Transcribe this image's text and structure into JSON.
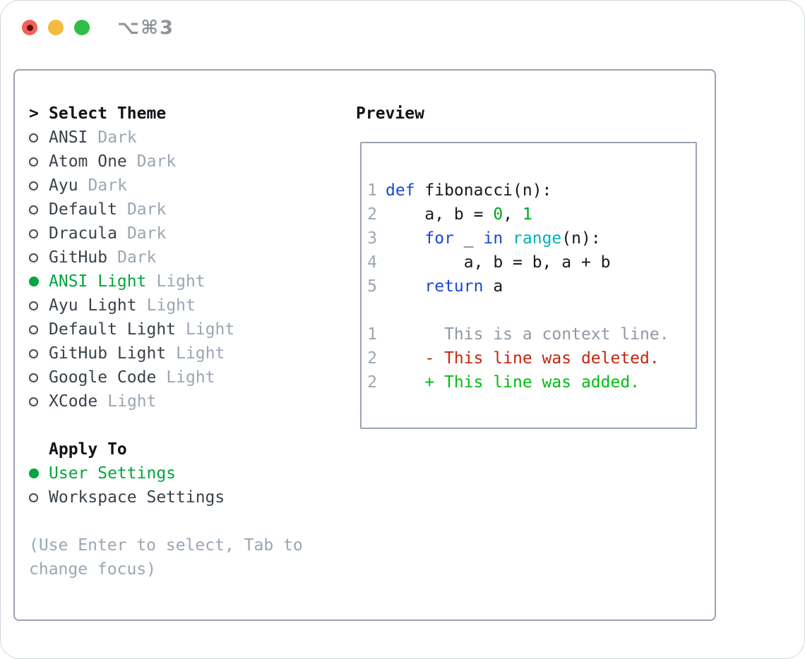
{
  "window": {
    "title": "⌥⌘3"
  },
  "panel": {
    "select_theme": {
      "prompt": ">",
      "header": "Select Theme",
      "items": [
        {
          "name": "ANSI",
          "variant": "Dark",
          "selected": false
        },
        {
          "name": "Atom One",
          "variant": "Dark",
          "selected": false
        },
        {
          "name": "Ayu",
          "variant": "Dark",
          "selected": false
        },
        {
          "name": "Default",
          "variant": "Dark",
          "selected": false
        },
        {
          "name": "Dracula",
          "variant": "Dark",
          "selected": false
        },
        {
          "name": "GitHub",
          "variant": "Dark",
          "selected": false
        },
        {
          "name": "ANSI Light",
          "variant": "Light",
          "selected": true
        },
        {
          "name": "Ayu Light",
          "variant": "Light",
          "selected": false
        },
        {
          "name": "Default Light",
          "variant": "Light",
          "selected": false
        },
        {
          "name": "GitHub Light",
          "variant": "Light",
          "selected": false
        },
        {
          "name": "Google Code",
          "variant": "Light",
          "selected": false
        },
        {
          "name": "XCode",
          "variant": "Light",
          "selected": false
        }
      ]
    },
    "apply_to": {
      "header": "Apply To",
      "options": [
        {
          "label": "User Settings",
          "selected": true
        },
        {
          "label": "Workspace Settings",
          "selected": false
        }
      ]
    },
    "help_text": "(Use Enter to select, Tab to change focus)"
  },
  "preview": {
    "header": "Preview",
    "lines": [
      {
        "num": "1",
        "tokens": [
          [
            "kw",
            "def"
          ],
          [
            "plain",
            " fibonacci(n):"
          ]
        ]
      },
      {
        "num": "2",
        "tokens": [
          [
            "plain",
            "    a, b = "
          ],
          [
            "lit",
            "0"
          ],
          [
            "plain",
            ", "
          ],
          [
            "lit",
            "1"
          ]
        ]
      },
      {
        "num": "3",
        "tokens": [
          [
            "plain",
            "    "
          ],
          [
            "kw",
            "for"
          ],
          [
            "plain",
            " _ "
          ],
          [
            "kw",
            "in"
          ],
          [
            "plain",
            " "
          ],
          [
            "fn",
            "range"
          ],
          [
            "plain",
            "(n):"
          ]
        ]
      },
      {
        "num": "4",
        "tokens": [
          [
            "plain",
            "        a, b = b, a + b"
          ]
        ]
      },
      {
        "num": "5",
        "tokens": [
          [
            "plain",
            "    "
          ],
          [
            "kw",
            "return"
          ],
          [
            "plain",
            " a"
          ]
        ]
      },
      {
        "num": "",
        "tokens": []
      },
      {
        "num": "1",
        "tokens": [
          [
            "ctx",
            "      This is a context line."
          ]
        ]
      },
      {
        "num": "2",
        "tokens": [
          [
            "del",
            "    - This line was deleted."
          ]
        ]
      },
      {
        "num": "2",
        "tokens": [
          [
            "add",
            "    + This line was added."
          ]
        ]
      }
    ]
  },
  "colors": {
    "ink": "#0f1419",
    "item_ink": "#3a424c",
    "muted": "#9aa6b4",
    "green": "#00a63e",
    "code_ink": "#16191d",
    "lineno": "#9aa6b4",
    "kw": "#1b47d7",
    "lit": "#00a41f",
    "fn": "#00b2bd",
    "ctx": "#8f99a4",
    "del": "#c5250e",
    "add": "#00bd14",
    "box_border": "#9aa3b2",
    "win_border": "#d2d6db",
    "title_gray": "#8f9399",
    "tl_red": "#f2605a",
    "tl_red_dot": "#5f0a06",
    "tl_yellow": "#f5ba3e",
    "tl_green": "#2fbf49"
  }
}
